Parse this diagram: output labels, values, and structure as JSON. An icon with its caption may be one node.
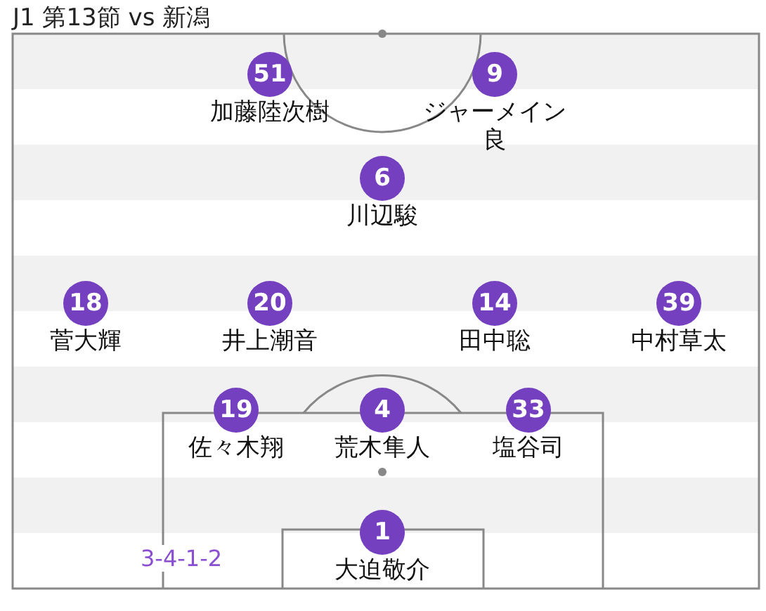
{
  "diagram": {
    "title": "J1 第13節 vs 新潟",
    "nodes": [
      {
        "text": [
          "51"
        ],
        "beside": [
          "加藤陸次樹"
        ]
      },
      {
        "text": [
          "9"
        ],
        "beside": [
          "ジャーメイン良"
        ]
      },
      {
        "text": [
          "6"
        ],
        "beside": [
          "川辺駿"
        ]
      },
      {
        "text": [
          "18"
        ],
        "beside": [
          "菅大輝"
        ]
      },
      {
        "text": [
          "20"
        ],
        "beside": [
          "井上潮音"
        ]
      },
      {
        "text": [
          "14"
        ],
        "beside": [
          "田中聡"
        ]
      },
      {
        "text": [
          "39"
        ],
        "beside": [
          "中村草太"
        ]
      },
      {
        "text": [
          "19"
        ],
        "beside": [
          "佐々木翔"
        ]
      },
      {
        "text": [
          "4"
        ],
        "beside": [
          "荒木隼人"
        ]
      },
      {
        "text": [
          "33"
        ],
        "beside": [
          "塩谷司"
        ]
      },
      {
        "text": [
          "1"
        ],
        "beside": [
          "大迫敬介"
        ]
      }
    ],
    "labels": [
      "3-4-1-2"
    ]
  }
}
